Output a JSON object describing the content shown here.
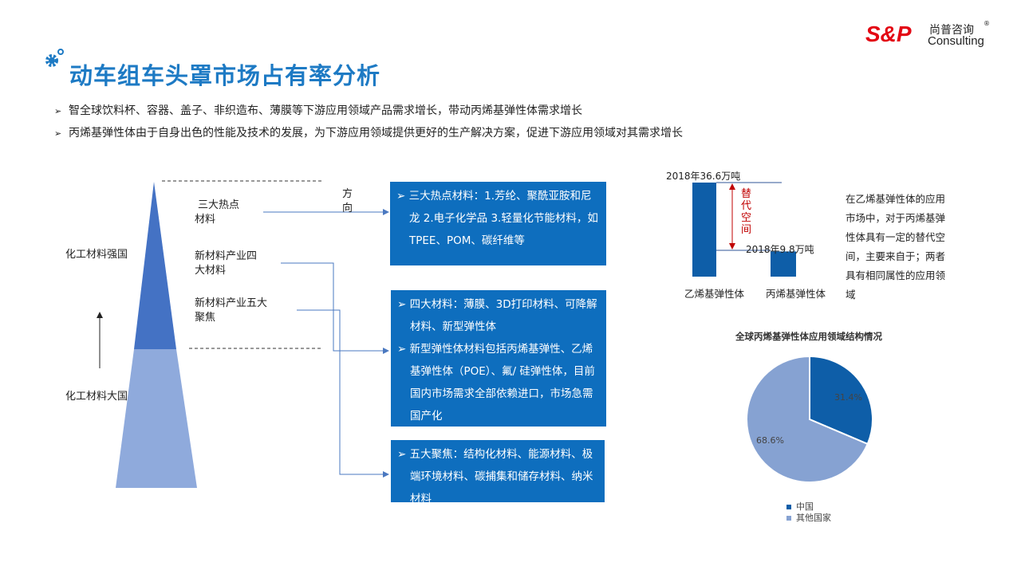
{
  "header": {
    "title": "动车组车头罩市场占有率分析",
    "logo": {
      "brand": "S&P",
      "cn": "尚普咨询",
      "en": "Consulting",
      "reg": "®"
    }
  },
  "bullets": [
    "智全球饮料杯、容器、盖子、非织造布、薄膜等下游应用领域产品需求增长，带动丙烯基弹性体需求增长",
    "丙烯基弹性体由于自身出色的性能及技术的发展，为下游应用领域提供更好的生产解决方案，促进下游应用领域对其需求增长"
  ],
  "pyramid": {
    "top_label": "化工材料强国",
    "bottom_label": "化工材料大国",
    "tiers": [
      "三大热点\n材料",
      "新材料产业四\n大材料",
      "新材料产业五大\n聚焦"
    ],
    "direction": "方\n向"
  },
  "boxes": [
    {
      "items": [
        "三大热点材料：1.芳纶、聚酰亚胺和尼龙 2.电子化学品 3.轻量化节能材料，如TPEE、POM、碳纤维等"
      ]
    },
    {
      "items": [
        "四大材料：薄膜、3D打印材料、可降解材料、新型弹性体",
        "新型弹性体材料包括丙烯基弹性、乙烯基弹性体（POE）、氟/ 硅弹性体，目前国内市场需求全部依赖进口，市场急需国产化"
      ]
    },
    {
      "items": [
        "五大聚焦：结构化材料、能源材料、极端环境材料、碳捕集和储存材料、纳米材料"
      ]
    }
  ],
  "right_text": "在乙烯基弹性体的应用市场中，对于丙烯基弹性体具有一定的替代空间，主要来自于；两者具有相同属性的应用领域",
  "chart_data": [
    {
      "type": "bar",
      "categories": [
        "乙烯基弹性体",
        "丙烯基弹性体"
      ],
      "values": [
        36.6,
        9.8
      ],
      "data_labels": [
        "2018年36.6万吨",
        "2018年9.8万吨"
      ],
      "annotation": "替代空间",
      "unit": "万吨",
      "color": "#0e5ea8"
    },
    {
      "type": "pie",
      "title": "全球丙烯基弹性体应用领域结构情况",
      "labels": [
        "中国",
        "其他国家"
      ],
      "values": [
        31.4,
        68.6
      ],
      "data_labels": [
        "31.4%",
        "68.6%"
      ],
      "colors": [
        "#0e5ea8",
        "#86a2d2"
      ],
      "legend": "bottom"
    }
  ]
}
